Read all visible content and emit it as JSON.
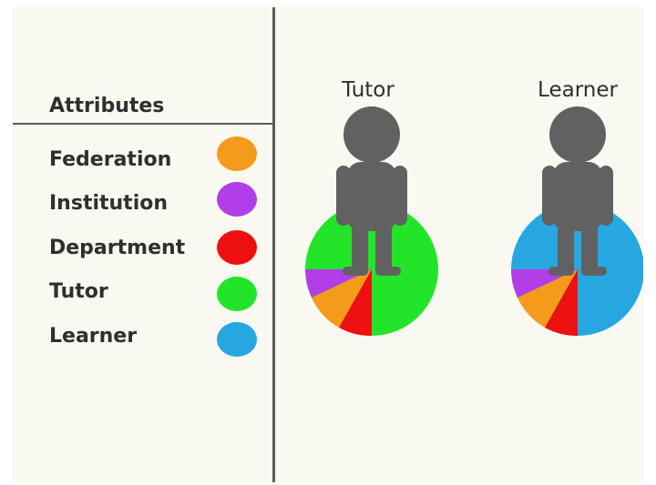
{
  "legend": {
    "title": "Attributes",
    "items": [
      {
        "label": "Federation",
        "color": "#f49b1c"
      },
      {
        "label": "Institution",
        "color": "#b13ee8"
      },
      {
        "label": "Department",
        "color": "#ee1010"
      },
      {
        "label": "Tutor",
        "color": "#22e52a"
      },
      {
        "label": "Learner",
        "color": "#27a7df"
      }
    ]
  },
  "figures": [
    {
      "title": "Tutor",
      "main_color": "#22e52a"
    },
    {
      "title": "Learner",
      "main_color": "#27a7df"
    }
  ],
  "person_color": "#616161"
}
